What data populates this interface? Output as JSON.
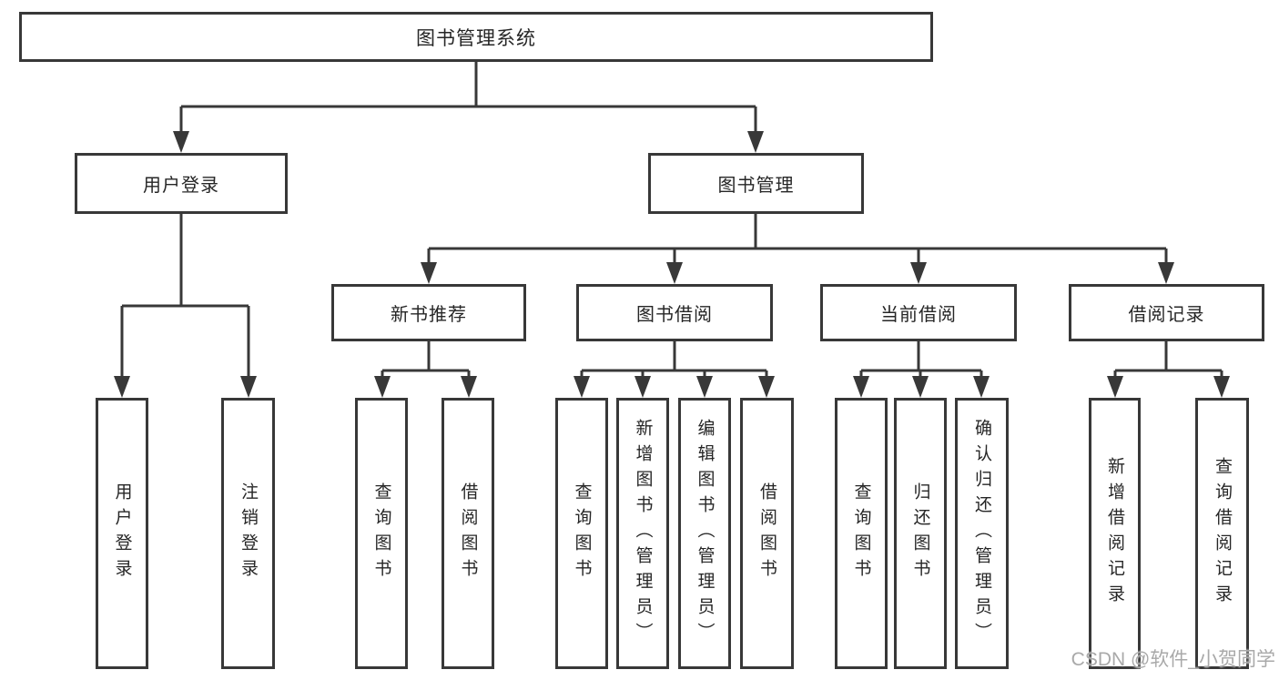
{
  "root": {
    "label": "图书管理系统"
  },
  "level2": [
    {
      "label": "用户登录"
    },
    {
      "label": "图书管理"
    }
  ],
  "level3": [
    {
      "label": "新书推荐"
    },
    {
      "label": "图书借阅"
    },
    {
      "label": "当前借阅"
    },
    {
      "label": "借阅记录"
    }
  ],
  "leaves": {
    "userLogin": [
      {
        "label": "用户登录"
      },
      {
        "label": "注销登录"
      }
    ],
    "newBookRec": [
      {
        "label": "查询图书"
      },
      {
        "label": "借阅图书"
      }
    ],
    "bookBorrow": [
      {
        "label": "查询图书"
      },
      {
        "label": "新增图书（管理员）"
      },
      {
        "label": "编辑图书（管理员）"
      },
      {
        "label": "借阅图书"
      }
    ],
    "currentBorrow": [
      {
        "label": "查询图书"
      },
      {
        "label": "归还图书"
      },
      {
        "label": "确认归还（管理员）"
      }
    ],
    "borrowRecords": [
      {
        "label": "新增借阅记录"
      },
      {
        "label": "查询借阅记录"
      }
    ]
  },
  "watermark": {
    "text": "CSDN @软件_小贺同学"
  },
  "colors": {
    "line": "#383838",
    "text": "#262626",
    "background": "#ffffff",
    "watermark": "#a9a9a9"
  }
}
